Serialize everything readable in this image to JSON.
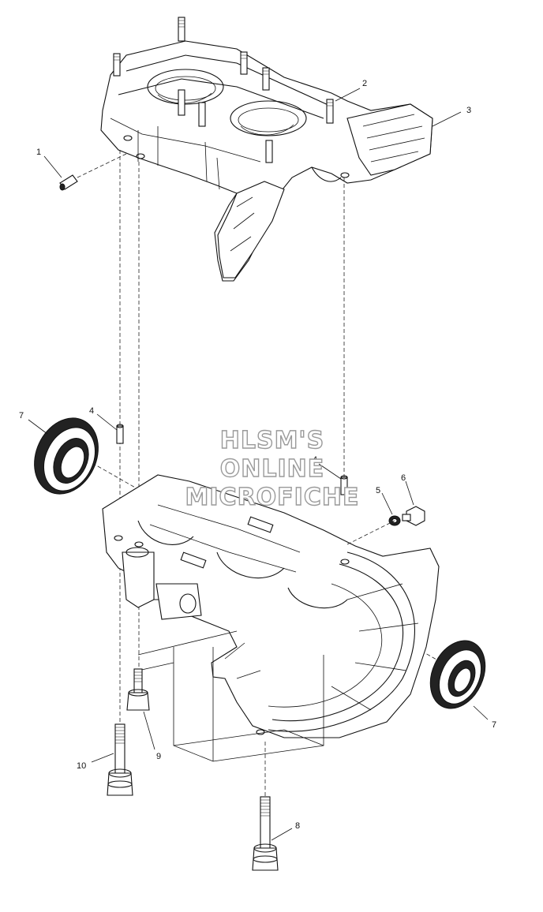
{
  "callouts": [
    {
      "id": "c1",
      "label": "1"
    },
    {
      "id": "c2",
      "label": "2"
    },
    {
      "id": "c3",
      "label": "3"
    },
    {
      "id": "c4a",
      "label": "4"
    },
    {
      "id": "c4b",
      "label": "4"
    },
    {
      "id": "c5",
      "label": "5"
    },
    {
      "id": "c6",
      "label": "6"
    },
    {
      "id": "c7a",
      "label": "7"
    },
    {
      "id": "c7b",
      "label": "7"
    },
    {
      "id": "c8",
      "label": "8"
    },
    {
      "id": "c9",
      "label": "9"
    },
    {
      "id": "c10",
      "label": "10"
    }
  ],
  "watermark": {
    "line1": "HLSM'S",
    "line2": "ONLINE",
    "line3": "MICROFICHE"
  },
  "colors": {
    "ink": "#111111",
    "watermark_outline": "#9a9a9a",
    "background": "#ffffff"
  }
}
